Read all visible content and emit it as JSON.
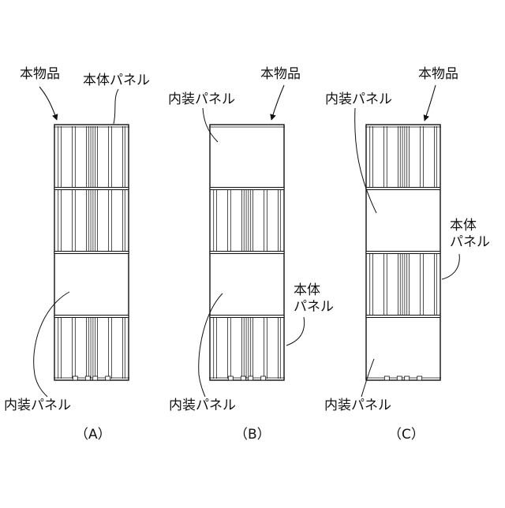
{
  "figures": [
    {
      "caption": "（A）",
      "panels": [
        "exterior",
        "exterior",
        "interior",
        "exterior"
      ],
      "labels": {
        "product": "本物品",
        "body_panel": "本体パネル",
        "interior_panel": "内装パネル"
      }
    },
    {
      "caption": "（B）",
      "panels": [
        "interior",
        "exterior",
        "interior",
        "exterior"
      ],
      "labels": {
        "product": "本物品",
        "body_panel_line1": "本体",
        "body_panel_line2": "パネル",
        "interior_panel_top": "内装パネル",
        "interior_panel_bottom": "内装パネル"
      }
    },
    {
      "caption": "（C）",
      "panels": [
        "exterior",
        "interior",
        "exterior",
        "interior"
      ],
      "labels": {
        "product": "本物品",
        "body_panel_line1": "本体",
        "body_panel_line2": "パネル",
        "interior_panel_top": "内装パネル",
        "interior_panel_bottom": "内装パネル"
      }
    }
  ]
}
